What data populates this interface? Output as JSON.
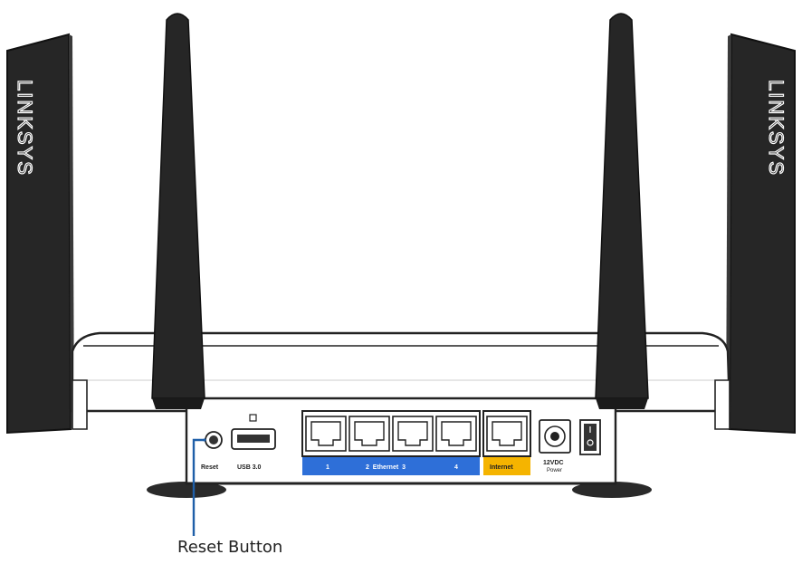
{
  "diagram": {
    "brand_left": "LINKSYS",
    "brand_right": "LINKSYS",
    "port_labels": {
      "reset": "Reset",
      "usb": "USB 3.0",
      "eth_1": "1",
      "eth_middle": "2  Ethernet  3",
      "eth_4": "4",
      "internet": "Internet",
      "power_top": "12VDC",
      "power_bottom": "Power"
    },
    "callout": "Reset Button",
    "colors": {
      "ethernet_band": "#2e6fd8",
      "internet_band": "#f5b400",
      "callout_line": "#1f5fa8",
      "body_outline": "#222222"
    }
  }
}
